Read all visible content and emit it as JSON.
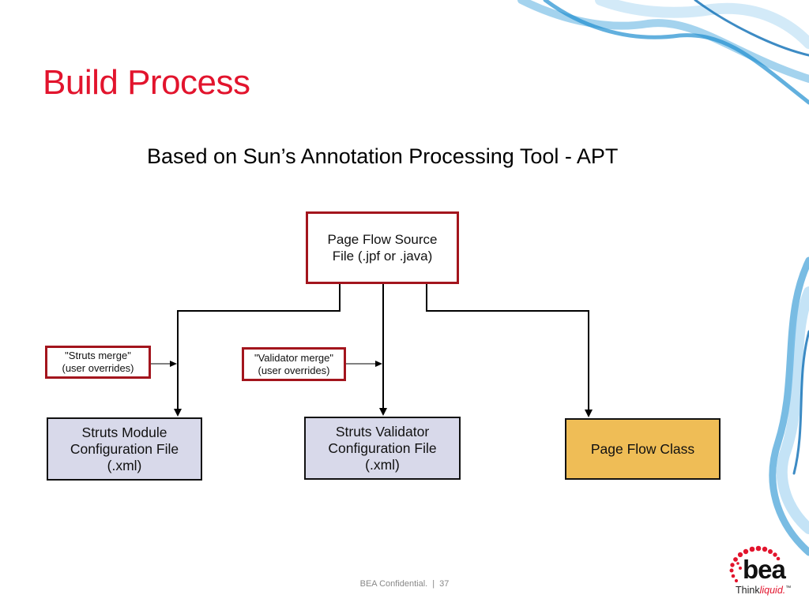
{
  "slide": {
    "title": "Build Process",
    "subtitle": "Based on Sun’s Annotation Processing Tool - APT"
  },
  "diagram": {
    "source": {
      "line1": "Page Flow Source",
      "line2": "File (.jpf or .java)"
    },
    "notes": {
      "struts": {
        "line1": "\"Struts merge\"",
        "line2": "(user overrides)"
      },
      "validator": {
        "line1": "\"Validator merge\"",
        "line2": "(user overrides)"
      }
    },
    "outputs": {
      "struts": {
        "line1": "Struts Module",
        "line2": "Configuration File",
        "line3": "(.xml)"
      },
      "validator": {
        "line1": "Struts Validator",
        "line2": "Configuration File",
        "line3": "(.xml)"
      },
      "class": {
        "label": "Page Flow Class"
      }
    }
  },
  "footer": {
    "confidential": "BEA Confidential.",
    "separator": "|",
    "page": "37"
  },
  "logo": {
    "word": "bea",
    "tagline_prefix": "Think",
    "tagline_accent": "liquid.",
    "trademark": "™"
  },
  "colors": {
    "title": "#e2142d",
    "box_border": "#a3151d",
    "config_fill": "#d8d9ea",
    "class_fill": "#efbd56",
    "swirl": "#1f8fd0"
  }
}
